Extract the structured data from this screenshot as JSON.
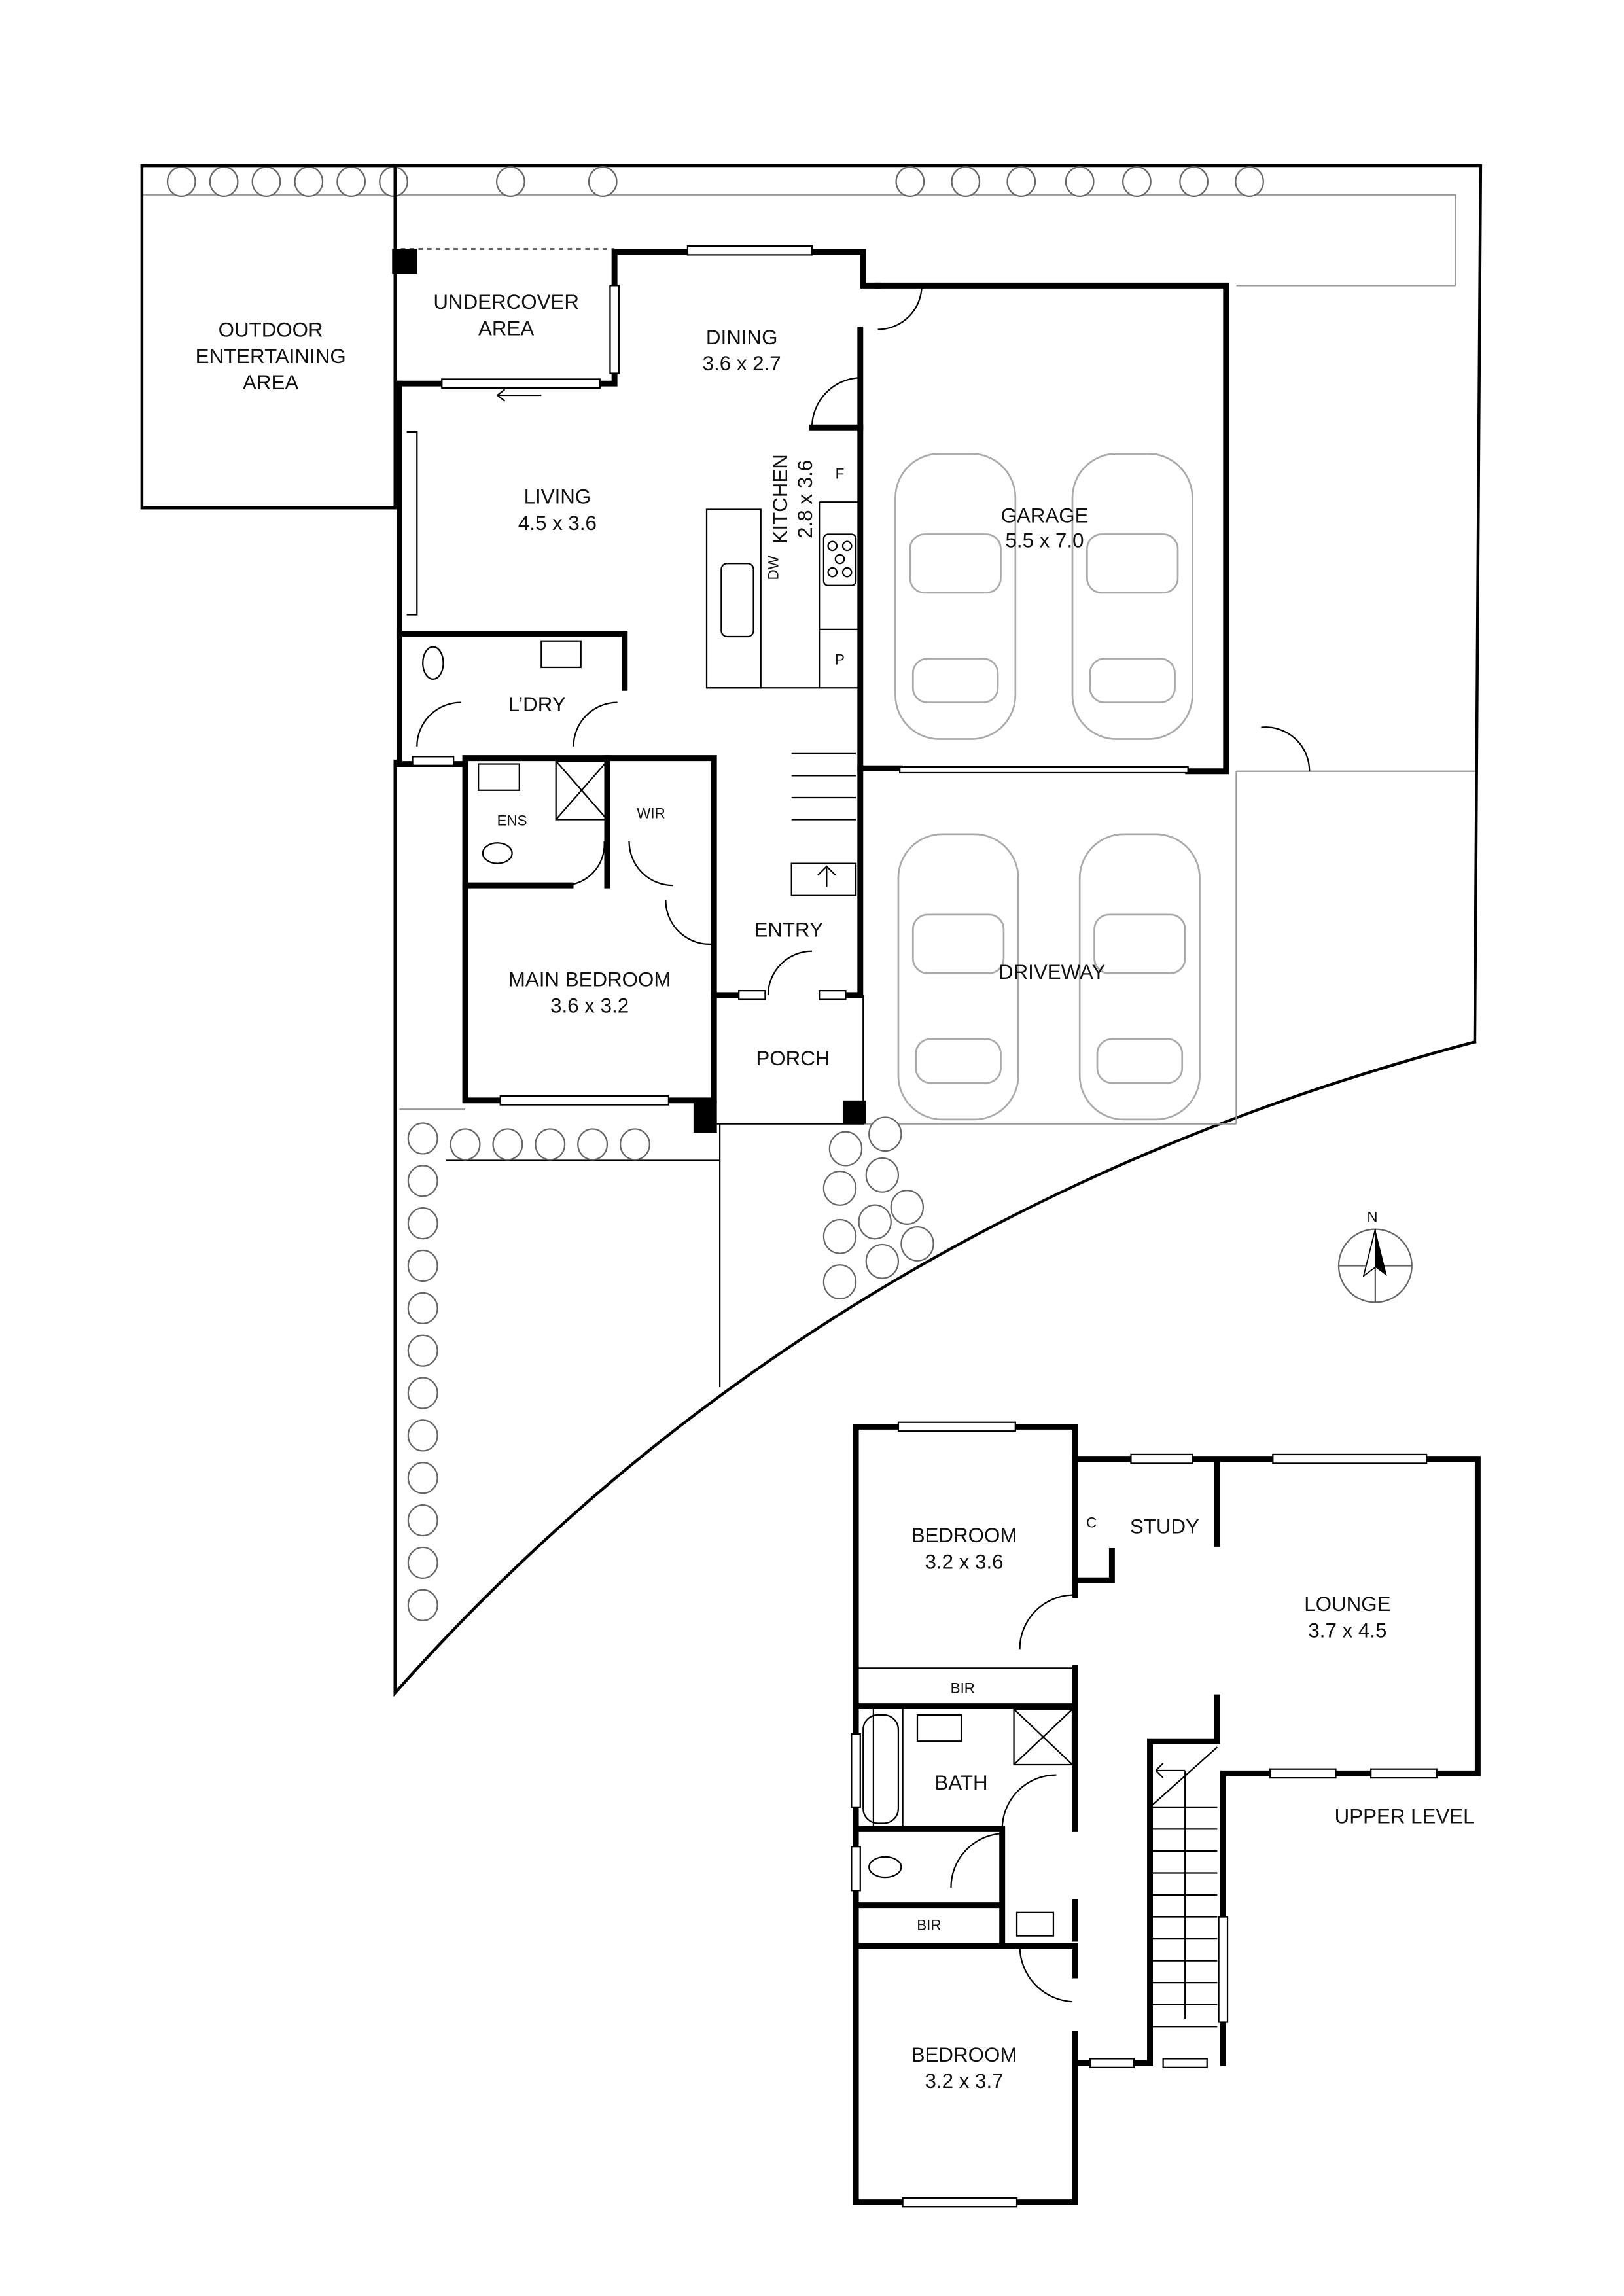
{
  "ground_floor": {
    "rooms": {
      "outdoor": {
        "line1": "OUTDOOR",
        "line2": "ENTERTAINING",
        "line3": "AREA"
      },
      "undercover": {
        "line1": "UNDERCOVER",
        "line2": "AREA"
      },
      "dining": {
        "name": "DINING",
        "dims": "3.6 x 2.7"
      },
      "living": {
        "name": "LIVING",
        "dims": "4.5 x 3.6"
      },
      "kitchen": {
        "name": "KITCHEN",
        "dims": "2.8 x 3.6",
        "fridge": "F",
        "pantry": "P",
        "dishwasher": "DW"
      },
      "garage": {
        "name": "GARAGE",
        "dims": "5.5 x 7.0"
      },
      "laundry": {
        "name": "L’DRY"
      },
      "ensuite": {
        "name": "ENS"
      },
      "wir": {
        "name": "WIR"
      },
      "entry": {
        "name": "ENTRY"
      },
      "main_bedroom": {
        "name": "MAIN BEDROOM",
        "dims": "3.6 x 3.2"
      },
      "porch": {
        "name": "PORCH"
      },
      "driveway": {
        "name": "DRIVEWAY"
      }
    },
    "compass": {
      "label": "N",
      "icon": "north-arrow-icon"
    }
  },
  "upper_level": {
    "title": "UPPER LEVEL",
    "rooms": {
      "bedroom1": {
        "name": "BEDROOM",
        "dims": "3.2 x 3.6"
      },
      "cupboard": {
        "name": "C"
      },
      "study": {
        "name": "STUDY"
      },
      "lounge": {
        "name": "LOUNGE",
        "dims": "3.7 x 4.5"
      },
      "bir1": {
        "name": "BIR"
      },
      "bath": {
        "name": "BATH"
      },
      "bir2": {
        "name": "BIR"
      },
      "bedroom2": {
        "name": "BEDROOM",
        "dims": "3.2 x 3.7"
      }
    }
  }
}
